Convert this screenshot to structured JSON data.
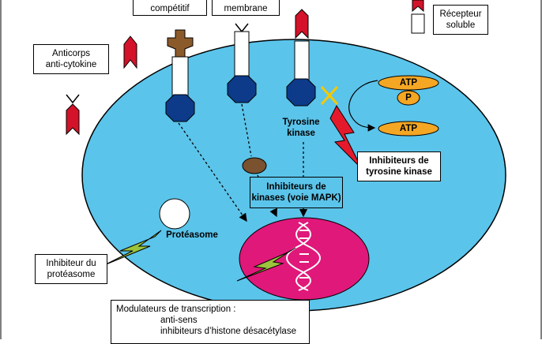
{
  "labels": {
    "competitive": "compétitif",
    "membrane": "membrane",
    "soluble_receptor_line1": "Récepteur",
    "soluble_receptor_line2": "soluble",
    "anti_cytokine_line1": "Anticorps",
    "anti_cytokine_line2": "anti-cytokine",
    "tyrosine_kinase_line1": "Tyrosine",
    "tyrosine_kinase_line2": "kinase",
    "tk_inhibitor_line1": "Inhibiteurs de",
    "tk_inhibitor_line2": "tyrosine kinase",
    "mapk_line1": "Inhibiteurs de",
    "mapk_line2": "kinases (voie MAPK)",
    "proteasome": "Protéasome",
    "proteasome_inhibitor_line1": "Inhibiteur du",
    "proteasome_inhibitor_line2": "protéasome",
    "atp_top": "ATP",
    "phosphate": "P",
    "atp_bottom": "ATP",
    "transcription_title": "Modulateurs de transcription :",
    "transcription_item1": "anti-sens",
    "transcription_item2": "inhibiteurs d’histone désacétylase"
  },
  "colors": {
    "cell": "#5bc4ea",
    "nucleus": "#e0187a",
    "receptor_body": "#0d3b8a",
    "cytokine": "#d4122a",
    "antagonist": "#8b5a2b",
    "kinase": "#7a5230",
    "atp": "#f5a623",
    "inhibitor_bolt": "#9cc43c",
    "tk_bolt": "#e41a2c",
    "block_cross": "#f5c800"
  }
}
